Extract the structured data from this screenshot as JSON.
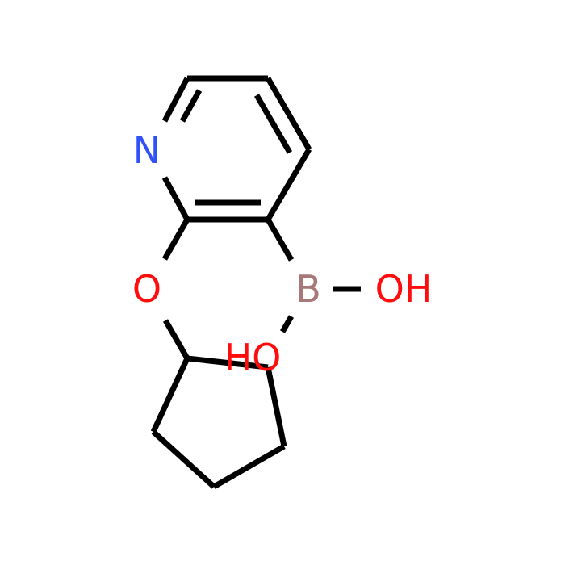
{
  "colors": {
    "bond": "#000000",
    "nitrogen": "#3050F8",
    "oxygen": "#FF0D0D",
    "boron": "#A87878",
    "background": "#FFFFFF"
  },
  "atoms": {
    "N": {
      "text": "N",
      "color": "#3050F8"
    },
    "O": {
      "text": "O",
      "color": "#FF0D0D"
    },
    "B": {
      "text": "B",
      "color": "#A87878"
    },
    "OH1": {
      "text": "OH",
      "color": "#FF0D0D"
    },
    "OH2": {
      "text": "HO",
      "color": "#FF0D0D"
    }
  }
}
